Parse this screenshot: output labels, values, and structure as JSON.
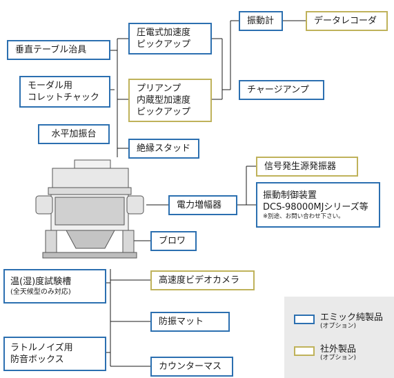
{
  "nodes": {
    "table_jig": "垂直テーブル治具",
    "modal_chuck_1": "モーダル用",
    "modal_chuck_2": "コレットチャック",
    "horizontal_table": "水平加振台",
    "piezo_pickup_1": "圧電式加速度",
    "piezo_pickup_2": "ピックアップ",
    "preamp_pickup_1": "プリアンプ",
    "preamp_pickup_2": "内蔵型加速度",
    "preamp_pickup_3": "ピックアップ",
    "insulated_stud": "絶縁スタッド",
    "vibration_meter": "振動計",
    "data_recorder": "データレコーダ",
    "charge_amp": "チャージアンプ",
    "signal_generator": "信号発生源発振器",
    "controller_1": "振動制御装置",
    "controller_2": "DCS-98000MJシリーズ等",
    "controller_note": "※別途、お問い合わせ下さい。",
    "power_amp": "電力増幅器",
    "blower": "ブロワ",
    "chamber_1": "温(湿)度試験槽",
    "chamber_2": "(全天候型のみ対応)",
    "highspeed_camera": "高速度ビデオカメラ",
    "anti_vibration_mat": "防振マット",
    "noise_box_1": "ラトルノイズ用",
    "noise_box_2": "防音ボックス",
    "counter_mass": "カウンターマス"
  },
  "legend": {
    "emic_label": "エミック純製品",
    "emic_sub": "(オプション)",
    "other_label": "社外製品",
    "other_sub": "(オプション)"
  },
  "colors": {
    "emic": "#2b6fb0",
    "other": "#bfb25a",
    "line": "#1a1a1a"
  },
  "icons": {
    "shaker": "vibration-shaker-illustration"
  }
}
